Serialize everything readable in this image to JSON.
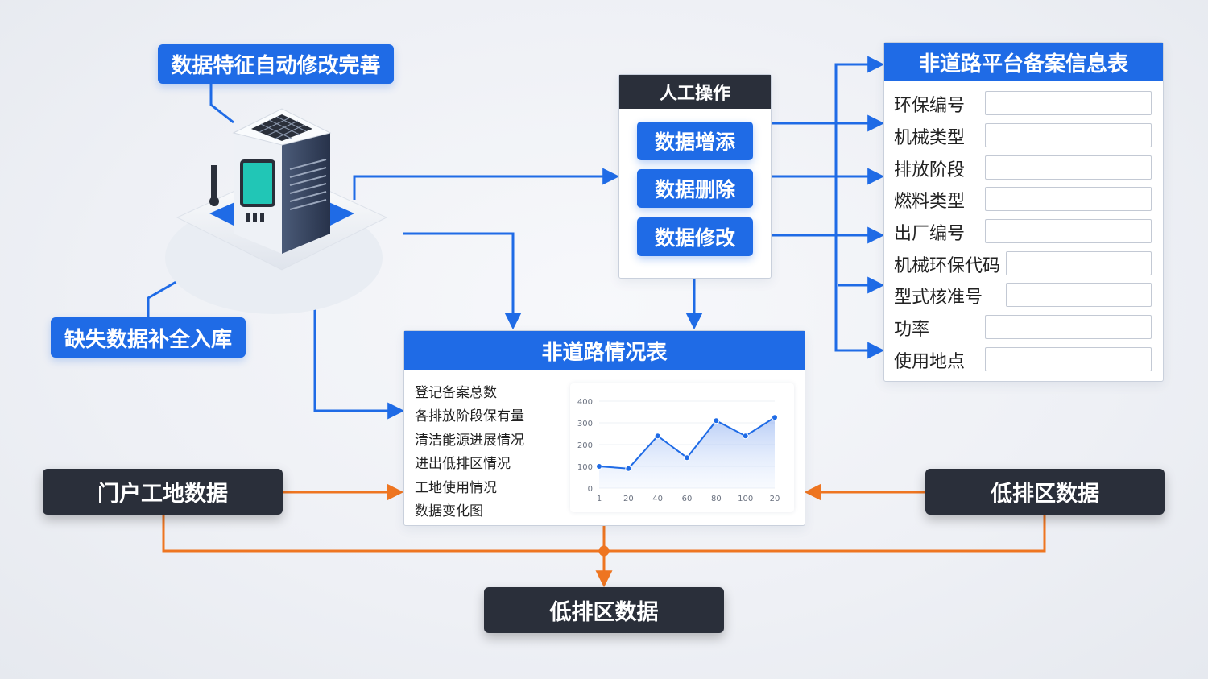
{
  "colors": {
    "primary_blue": "#1f6be6",
    "dark": "#2a2f3a",
    "orange": "#ee7521"
  },
  "top_tag": "数据特征自动修改完善",
  "bottom_tag": "缺失数据补全入库",
  "server_icon": "database-server-icon",
  "manual_ops": {
    "title": "人工操作",
    "buttons": [
      "数据增添",
      "数据删除",
      "数据修改"
    ]
  },
  "registry_table": {
    "title": "非道路平台备案信息表",
    "rows": [
      "环保编号",
      "机械类型",
      "排放阶段",
      "燃料类型",
      "出厂编号",
      "机械环保代码",
      "型式核准号",
      "功率",
      "使用地点"
    ]
  },
  "status_table": {
    "title": "非道路情况表",
    "items": [
      "登记备案总数",
      "各排放阶段保有量",
      "清洁能源进展情况",
      "进出低排区情况",
      "工地使用情况",
      "数据变化图"
    ]
  },
  "sources": {
    "left": "门户工地数据",
    "right": "低排区数据",
    "bottom": "低排区数据"
  },
  "chart_data": {
    "type": "area",
    "x_ticks": [
      "1",
      "20",
      "40",
      "60",
      "80",
      "100",
      "20"
    ],
    "y_ticks": [
      "0",
      "100",
      "200",
      "300",
      "400"
    ],
    "ylim": [
      0,
      400
    ],
    "values": [
      100,
      90,
      240,
      140,
      310,
      240,
      325
    ]
  }
}
